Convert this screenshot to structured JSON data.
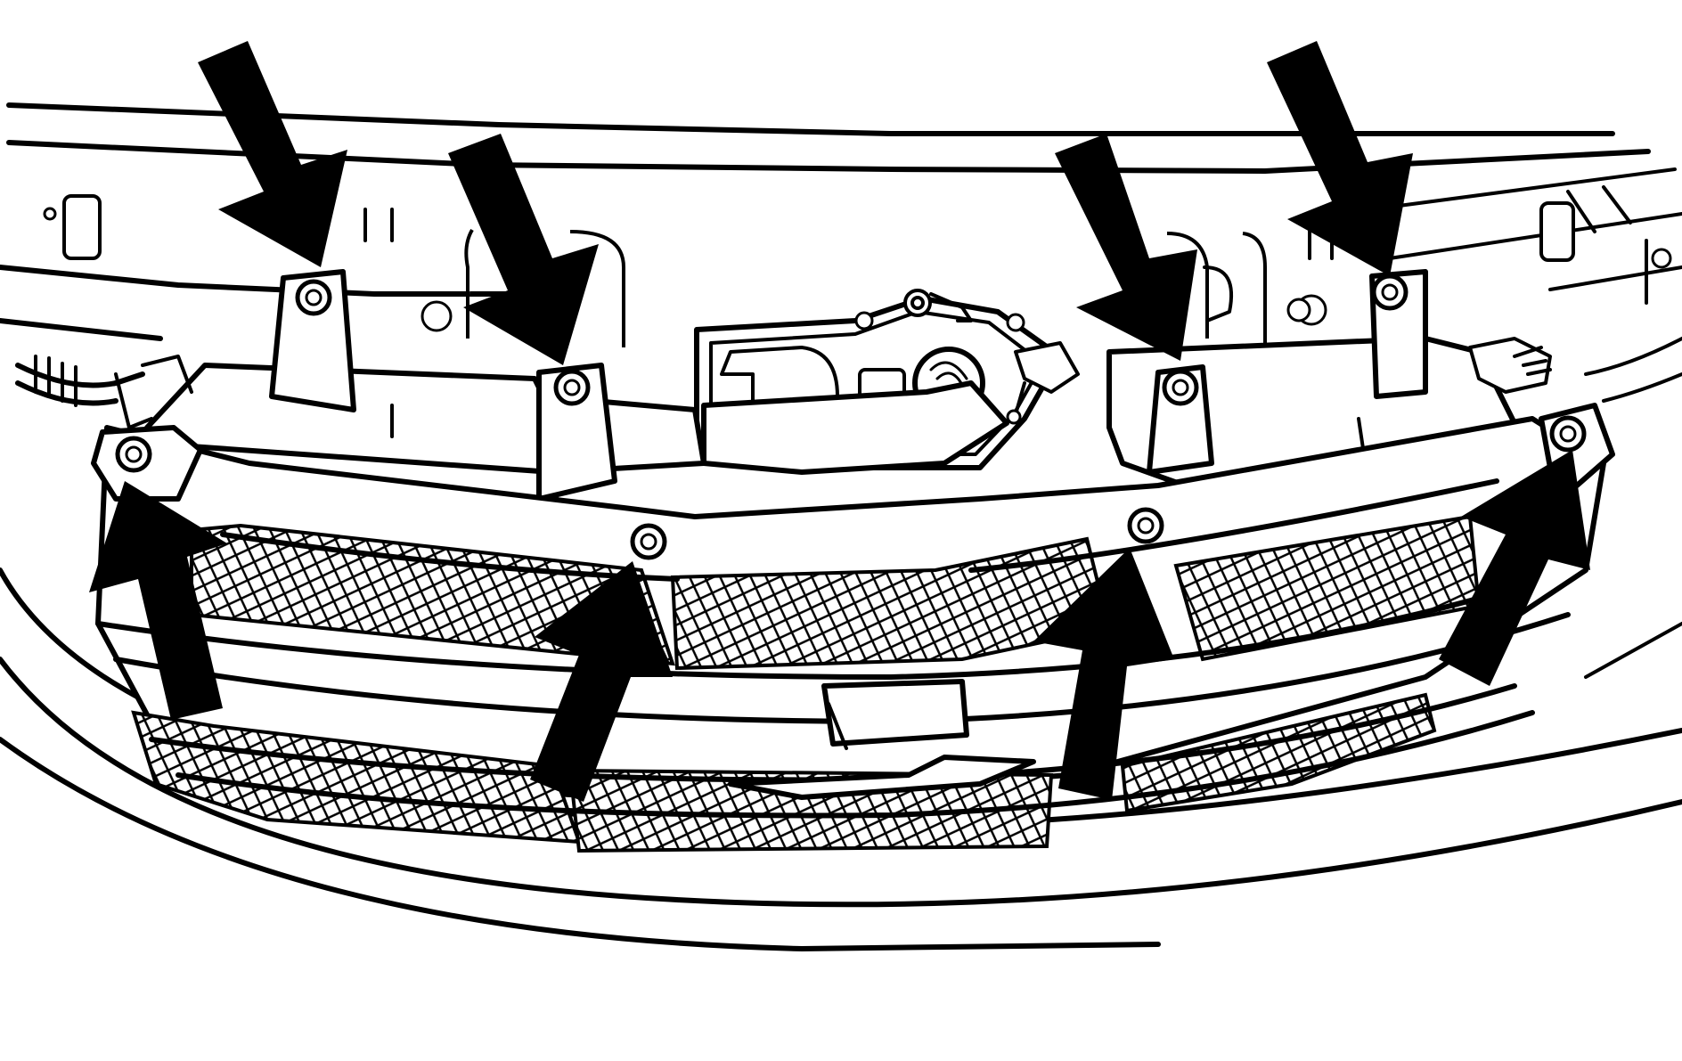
{
  "diagram": {
    "subject": "front-grille-retainer-locations",
    "arrow_color": "#000000",
    "line_color": "#000000",
    "background_color": "#ffffff",
    "arrow_count": 8,
    "upper_arrow_count": 4,
    "lower_arrow_count": 4,
    "icons": [
      "down-arrow-icon",
      "up-arrow-icon",
      "fastener-icon"
    ]
  }
}
